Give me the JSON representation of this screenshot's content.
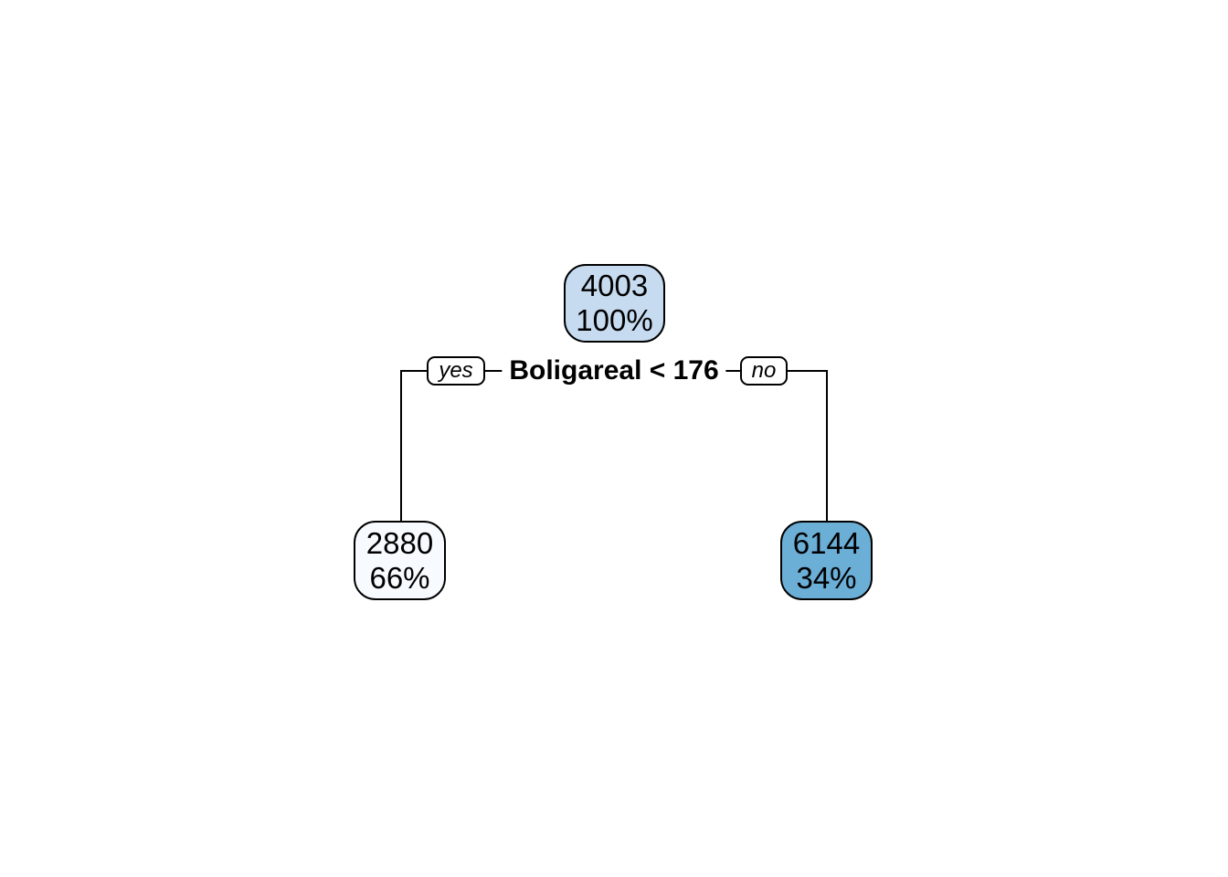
{
  "background_color": "#ffffff",
  "line_color": "#000000",
  "tree": {
    "split": {
      "condition": "Boligareal < 176",
      "yes_label": "yes",
      "no_label": "no"
    },
    "nodes": {
      "root": {
        "value": "4003",
        "percent": "100%",
        "fill": "#c6dbef"
      },
      "left": {
        "value": "2880",
        "percent": "66%",
        "fill": "#f7fbff"
      },
      "right": {
        "value": "6144",
        "percent": "34%",
        "fill": "#6baed6"
      }
    }
  }
}
